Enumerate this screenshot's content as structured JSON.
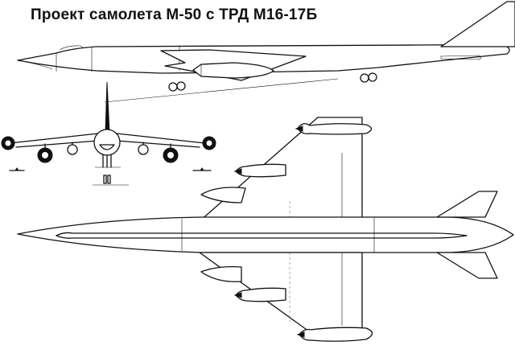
{
  "title": "Проект самолета М-50 с ТРД М16-17Б",
  "views": [
    {
      "name": "side-view",
      "label": ""
    },
    {
      "name": "front-view",
      "label": ""
    },
    {
      "name": "top-view",
      "label": ""
    }
  ],
  "colors": {
    "line": "#111111",
    "background": "#ffffff"
  }
}
